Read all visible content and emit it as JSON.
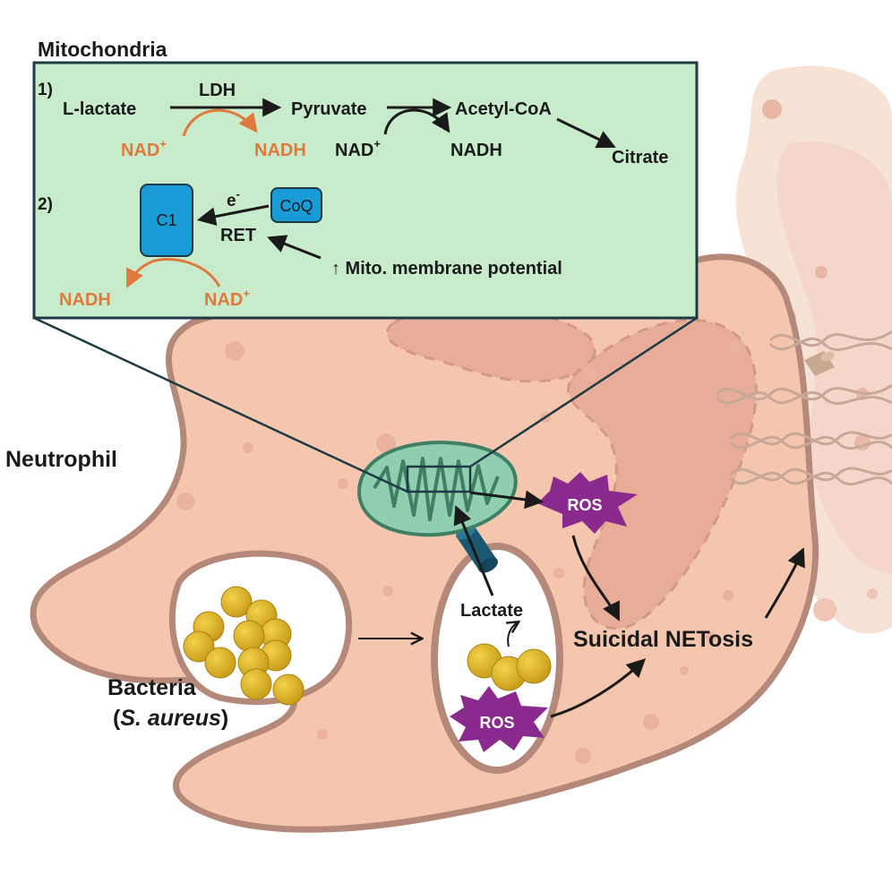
{
  "title": "Mitochondria",
  "panel": {
    "step1_number": "1)",
    "step2_number": "2)",
    "l_lactate": "L-lactate",
    "ldh": "LDH",
    "pyruvate": "Pyruvate",
    "acetyl_coa": "Acetyl-CoA",
    "citrate": "Citrate",
    "nad_plus_1": "NAD",
    "nadh_1": "NADH",
    "nad_plus_2": "NAD",
    "nadh_2": "NADH",
    "c1": "C1",
    "coq": "CoQ",
    "electron": "e",
    "ret": "RET",
    "mito_potential": "↑ Mito. membrane potential",
    "nadh_3": "NADH",
    "nad_plus_3": "NAD",
    "plus": "+",
    "minus": "-"
  },
  "cell": {
    "neutrophil": "Neutrophil",
    "bacteria": "Bacteria",
    "bacteria_species": "S. aureus",
    "paren_open": "(",
    "paren_close": ")",
    "lactate": "Lactate",
    "ros_top": "ROS",
    "ros_bottom": "ROS",
    "netosis": "Suicidal NETosis"
  },
  "colors": {
    "panel_fill": "#c8eccb",
    "panel_border": "#1e3a44",
    "cell_fill": "#f5c6ae",
    "cell_border": "#b5897a",
    "nucleus_fill": "#e8ad98",
    "orange": "#e07a3c",
    "complex_blue": "#1a9ad6",
    "ros_purple": "#8b2a8e",
    "bacteria_yellow": "#e3bb2c",
    "mito_green": "#8fcfb0"
  }
}
